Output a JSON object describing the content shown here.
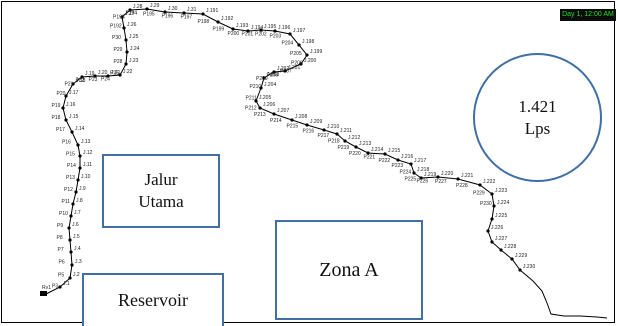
{
  "status": {
    "clock": "Day 1, 12:00 AM"
  },
  "labels": {
    "jalur_line1": "Jalur",
    "jalur_line2": "Utama",
    "zona": "Zona A",
    "reservoir": "Reservoir",
    "flow_value": "1.421",
    "flow_unit": "Lps"
  },
  "colors": {
    "annotation_border": "#3f6fa5",
    "network_line": "#000000",
    "clock_bg": "#0c0c0c",
    "clock_text": "#25e02a"
  },
  "network": {
    "reservoir_label": "Rv1",
    "junctions": [
      "J.1",
      "J.2",
      "J.3",
      "J.4",
      "J.5",
      "J.6",
      "J.7",
      "J.8",
      "J.9",
      "J.10",
      "J.11",
      "J.12",
      "J.13",
      "J.14",
      "J.15",
      "J.16",
      "J.17",
      "J.18",
      "J.19",
      "J.20",
      "J.21",
      "J.22",
      "J.23",
      "J.24",
      "J.25",
      "J.26",
      "J.27",
      "J.28",
      "J.29",
      "J.30",
      "J.31",
      "J.191",
      "J.192",
      "J.193",
      "J.194",
      "J.195",
      "J.196",
      "J.197",
      "J.198",
      "J.199",
      "J.200",
      "J.201",
      "J.202",
      "J.203",
      "J.204",
      "J.205",
      "J.206",
      "J.207",
      "J.208",
      "J.209",
      "J.210",
      "J.211",
      "J.212",
      "J.213",
      "J.214",
      "J.215",
      "J.216",
      "J.217",
      "J.218",
      "J.219",
      "J.220",
      "J.221",
      "J.222",
      "J.223",
      "J.224",
      "J.225",
      "J.226",
      "J.227",
      "J.228",
      "J.229",
      "J.230"
    ],
    "pipes": [
      "P3",
      "P5",
      "P6",
      "P7",
      "P8",
      "P9",
      "P10",
      "P11",
      "P12",
      "P13",
      "P14",
      "P15",
      "P16",
      "P17",
      "P18",
      "P19",
      "P20",
      "P21",
      "P22",
      "P23",
      "P24",
      "P25",
      "P28",
      "P29",
      "P30",
      "P192",
      "P193",
      "P194",
      "P195",
      "P196",
      "P197",
      "P198",
      "P199",
      "P200",
      "P201",
      "P202",
      "P203",
      "P204",
      "P205",
      "P206",
      "P207",
      "P208",
      "P209",
      "P210",
      "P211",
      "P212",
      "P213",
      "P214",
      "P215",
      "P216",
      "P217",
      "P218",
      "P219",
      "P220",
      "P221",
      "P222",
      "P223",
      "P224",
      "P225",
      "P226",
      "P227",
      "P228",
      "P229",
      "P230"
    ]
  }
}
